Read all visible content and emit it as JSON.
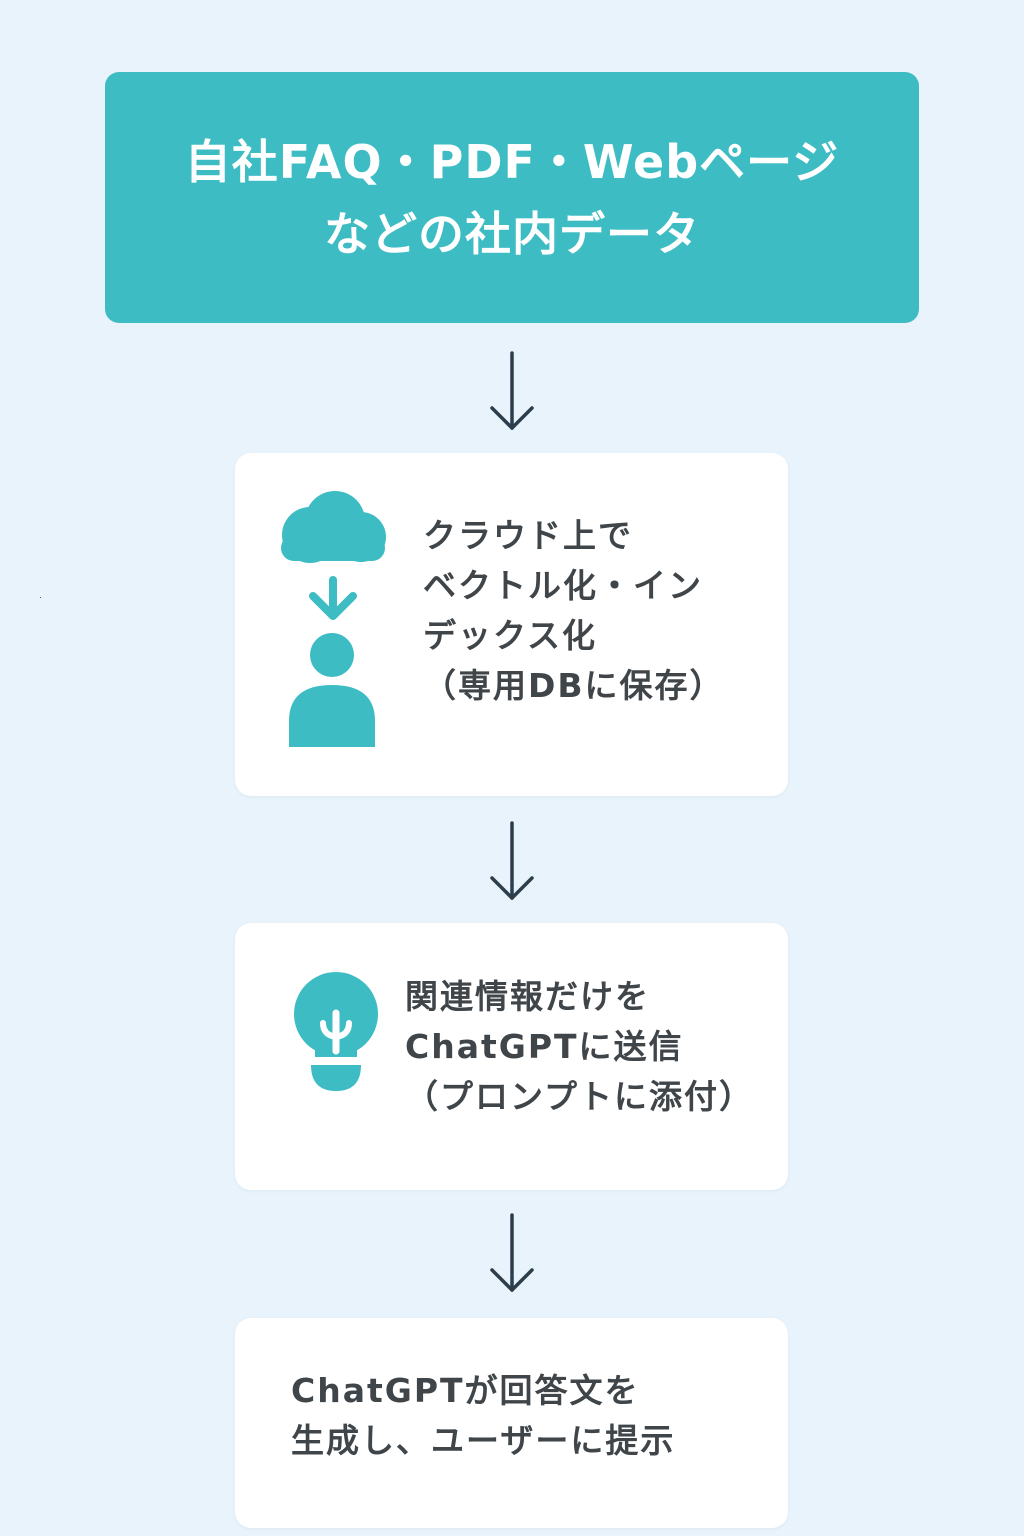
{
  "source_box": {
    "line1": "自社FAQ・PDF・Webページ",
    "line2": "などの社内データ"
  },
  "steps": [
    {
      "lines": [
        "クラウド上で",
        "ベクトル化・イン",
        "デックス化",
        "（専用DBに保存）"
      ],
      "icon": "cloud-to-person-icon"
    },
    {
      "lines": [
        "関連情報だけを",
        "ChatGPTに送信",
        "（プロンプトに添付）"
      ],
      "icon": "lightbulb-icon"
    },
    {
      "lines": [
        "ChatGPTが回答文を",
        "生成し、ユーザーに提示"
      ]
    }
  ],
  "colors": {
    "background": "#e8f3fb",
    "accent": "#3dbcc4",
    "card": "#ffffff",
    "text": "#3f4549",
    "arrow": "#2c3e4c"
  }
}
